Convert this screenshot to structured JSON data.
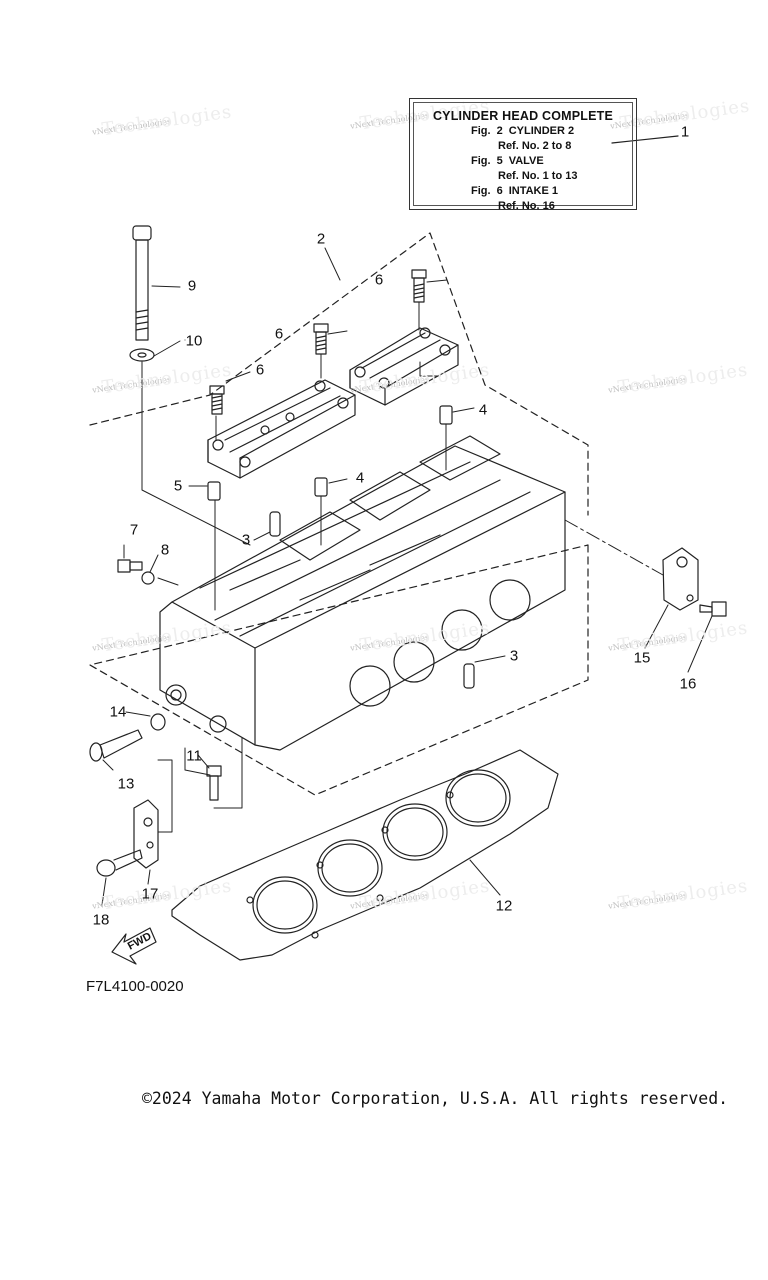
{
  "reference_box": {
    "title": "CYLINDER HEAD COMPLETE",
    "lines": [
      {
        "fig": "Fig.",
        "num": "2",
        "name": "CYLINDER 2",
        "ref": "Ref. No. 2 to 8"
      },
      {
        "fig": "Fig.",
        "num": "5",
        "name": "VALVE",
        "ref": "Ref. No. 1 to 13"
      },
      {
        "fig": "Fig.",
        "num": "6",
        "name": "INTAKE 1",
        "ref": "Ref. No. 16"
      }
    ]
  },
  "callouts": [
    {
      "id": "c1",
      "label": "1"
    },
    {
      "id": "c2",
      "label": "2"
    },
    {
      "id": "c3a",
      "label": "3"
    },
    {
      "id": "c3b",
      "label": "3"
    },
    {
      "id": "c4a",
      "label": "4"
    },
    {
      "id": "c4b",
      "label": "4"
    },
    {
      "id": "c5",
      "label": "5"
    },
    {
      "id": "c6a",
      "label": "6"
    },
    {
      "id": "c6b",
      "label": "6"
    },
    {
      "id": "c6c",
      "label": "6"
    },
    {
      "id": "c7",
      "label": "7"
    },
    {
      "id": "c8",
      "label": "8"
    },
    {
      "id": "c9",
      "label": "9"
    },
    {
      "id": "c10",
      "label": "10"
    },
    {
      "id": "c11",
      "label": "11"
    },
    {
      "id": "c12",
      "label": "12"
    },
    {
      "id": "c13",
      "label": "13"
    },
    {
      "id": "c14",
      "label": "14"
    },
    {
      "id": "c15",
      "label": "15"
    },
    {
      "id": "c16",
      "label": "16"
    },
    {
      "id": "c17",
      "label": "17"
    },
    {
      "id": "c18",
      "label": "18"
    }
  ],
  "fwd_label": "FWD",
  "figure_code": "F7L4100-0020",
  "copyright": "©2024 Yamaha Motor Corporation, U.S.A. All rights reserved.",
  "watermark_text": "vNext Technologies",
  "watermark_big": "Technologies",
  "colors": {
    "line": "#222222",
    "watermark": "#bdbdbd"
  }
}
